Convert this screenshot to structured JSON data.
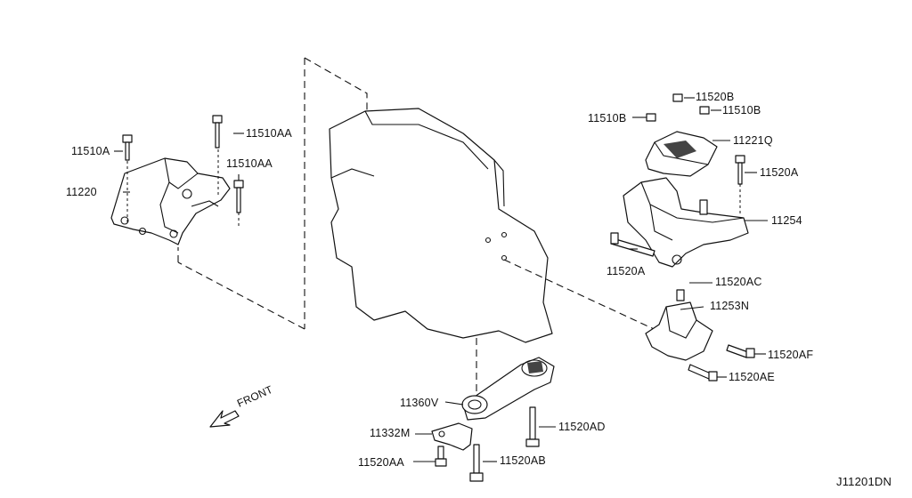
{
  "diagram_id": "J11201DN",
  "front_label": "FRONT",
  "labels": {
    "l11510A": "11510A",
    "l11510AA_a": "11510AA",
    "l11510AA_b": "11510AA",
    "l11220": "11220",
    "l11520B": "11520B",
    "l11510B_left": "11510B",
    "l11510B_right": "11510B",
    "l11221Q": "11221Q",
    "l11520A_right": "11520A",
    "l11254": "11254",
    "l11520A_left": "11520A",
    "l11520AC": "11520AC",
    "l11253N": "11253N",
    "l11520AF": "11520AF",
    "l11520AE": "11520AE",
    "l11360V": "11360V",
    "l11332M": "11332M",
    "l11520AD": "11520AD",
    "l11520AA": "11520AA",
    "l11520AB": "11520AB"
  }
}
